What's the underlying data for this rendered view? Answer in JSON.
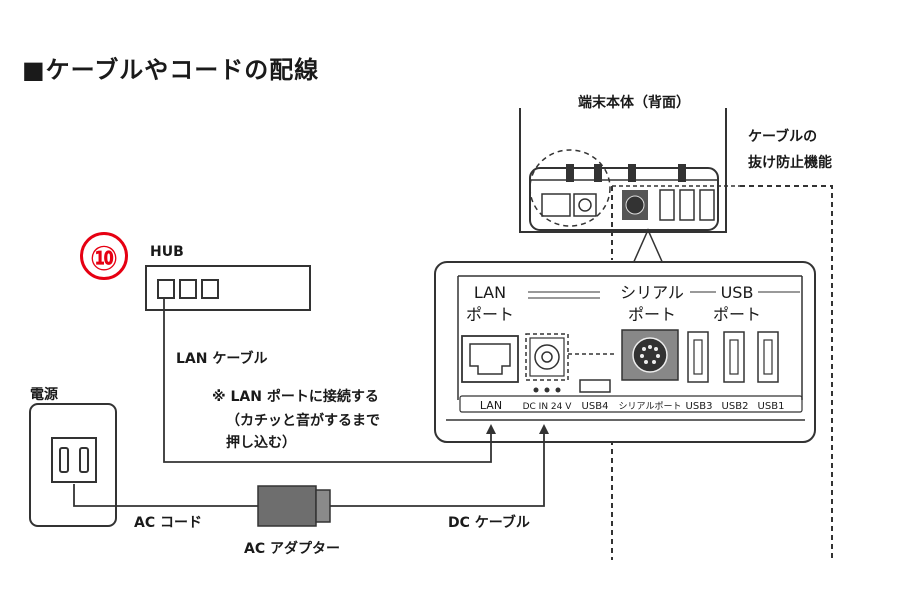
{
  "title": "■ケーブルやコードの配線",
  "badge": "⑩",
  "labels": {
    "terminal_back": "端末本体（背面）",
    "anti_pull_1": "ケーブルの",
    "anti_pull_2": "抜け防止機能",
    "hub": "HUB",
    "power": "電源",
    "lan_cable": "LAN ケーブル",
    "note_1": "※ LAN ポートに接続する",
    "note_2": "（カチッと音がするまで",
    "note_3": "押し込む）",
    "ac_cord": "AC コード",
    "ac_adapter": "AC アダプター",
    "dc_cable": "DC ケーブル"
  },
  "ports": {
    "lan_top_1": "LAN",
    "lan_top_2": "ポート",
    "serial_top_1": "シリアル",
    "serial_top_2": "ポート",
    "usb_top_1": "USB",
    "usb_top_2": "ポート",
    "bottom": [
      "LAN",
      "DC IN 24 V",
      "USB4",
      "シリアルポート",
      "USB3",
      "USB2",
      "USB1"
    ]
  }
}
